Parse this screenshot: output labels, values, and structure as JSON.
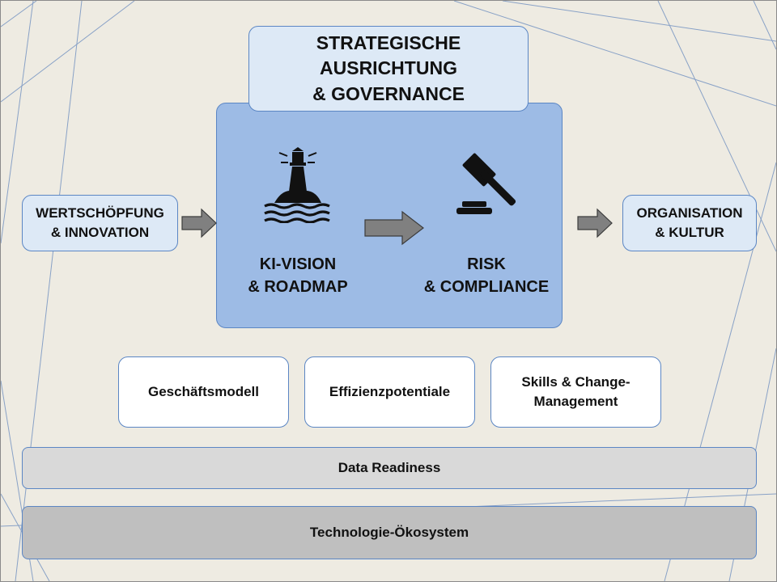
{
  "top_box": "STRATEGISCHE\nAUSRICHTUNG\n& GOVERNANCE",
  "left_box": "WERTSCHÖPFUNG\n& INNOVATION",
  "right_box": "ORGANISATION\n& KULTUR",
  "core": {
    "vision_label": "KI-VISION\n& ROADMAP",
    "vision_icon": "lighthouse-icon",
    "risk_label": "RISK\n& COMPLIANCE",
    "risk_icon": "gavel-icon"
  },
  "pillars": [
    "Geschäftsmodell",
    "Effizienzpotentiale",
    "Skills & Change-\nManagement"
  ],
  "layers": {
    "data": "Data Readiness",
    "tech": "Technologie-Ökosystem"
  },
  "colors": {
    "background": "#eeebe2",
    "core_fill": "#9dbbe5",
    "light_fill": "#dde9f6",
    "border": "#5b86c4",
    "data_layer": "#d9d9d9",
    "tech_layer": "#bfbfbf",
    "arrow": "#808080"
  }
}
